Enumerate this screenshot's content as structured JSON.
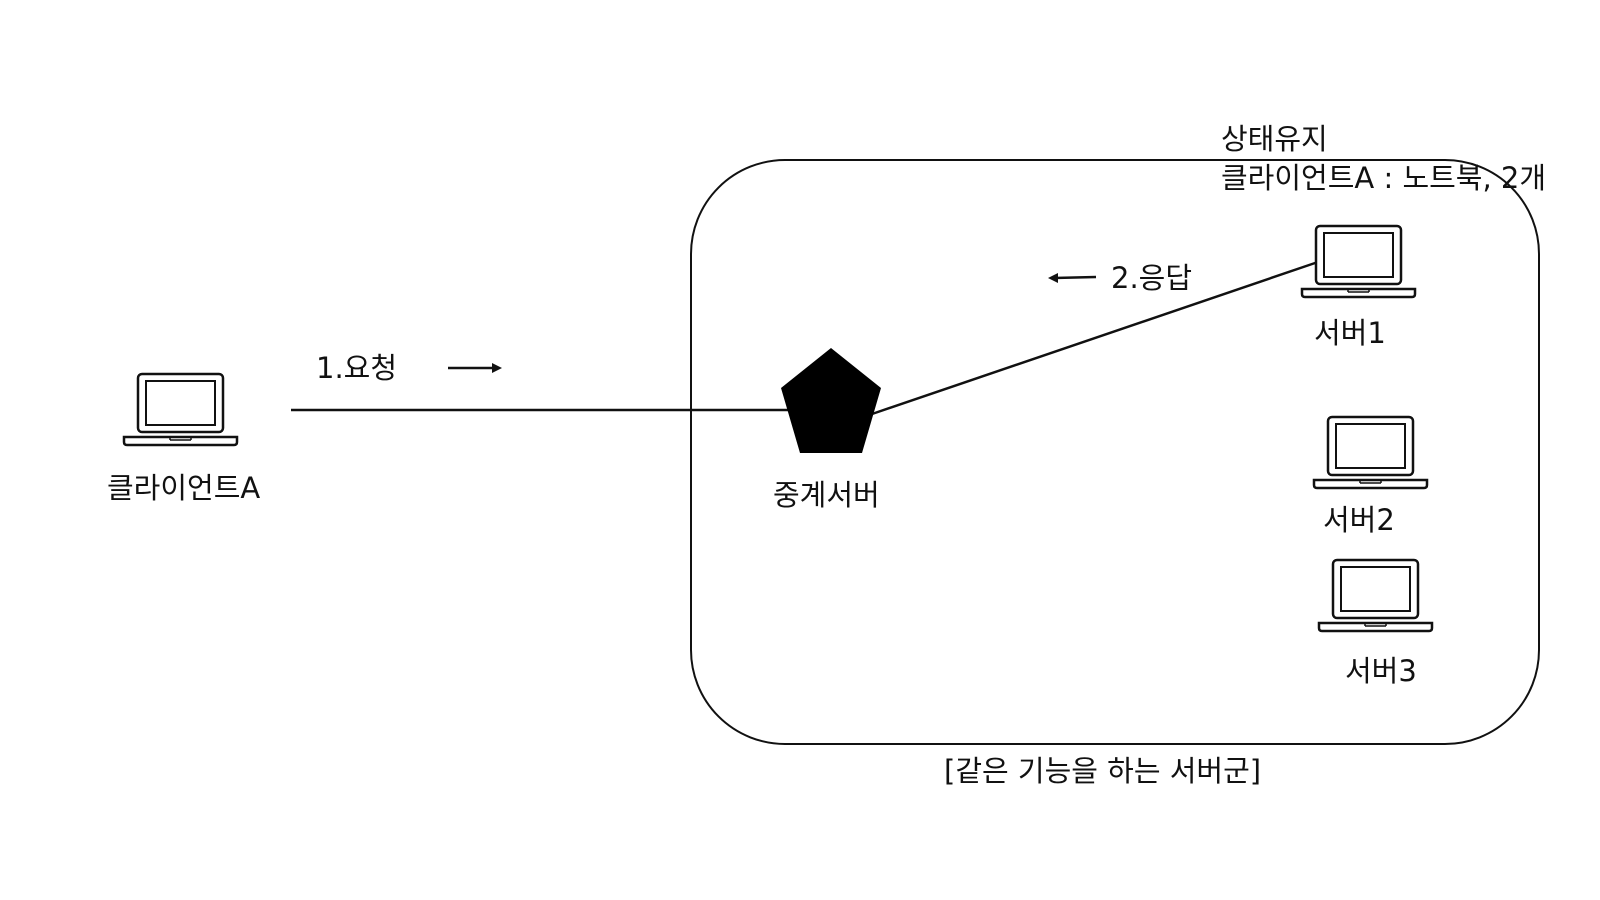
{
  "diagram": {
    "client": {
      "label": "클라이언트A",
      "icon": "laptop-icon"
    },
    "relay": {
      "label": "중계서버",
      "icon": "pentagon-icon"
    },
    "servers": [
      {
        "label": "서버1",
        "icon": "laptop-icon"
      },
      {
        "label": "서버2",
        "icon": "laptop-icon"
      },
      {
        "label": "서버3",
        "icon": "laptop-icon"
      }
    ],
    "request_label": "1.요청",
    "response_label": "2.응답",
    "state": {
      "line1": "상태유지",
      "line2": "클라이언트A : 노트북, 2개"
    },
    "group_caption": "[같은 기능을 하는 서버군]",
    "colors": {
      "stroke": "#111111",
      "background": "#ffffff"
    }
  }
}
